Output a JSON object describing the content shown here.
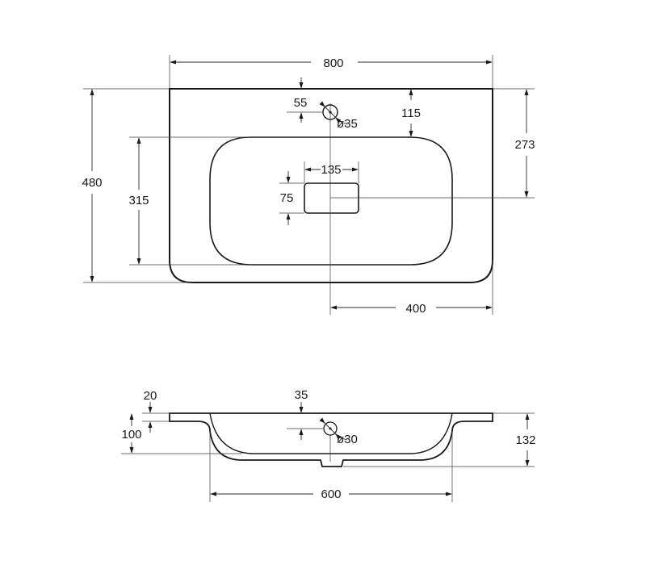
{
  "top_view": {
    "overall_width": "800",
    "overall_depth": "480",
    "tap_hole_offset": "55",
    "tap_hole_diameter": "ø35",
    "tap_to_basin": "115",
    "basin_depth": "315",
    "overflow_width": "135",
    "overflow_height": "75",
    "drain_offset_front": "273",
    "center_to_side": "400"
  },
  "side_view": {
    "top_thickness": "20",
    "bowl_depth": "100",
    "tap_offset": "35",
    "tap_hole_diameter": "ø30",
    "overall_height": "132",
    "bowl_width": "600"
  }
}
